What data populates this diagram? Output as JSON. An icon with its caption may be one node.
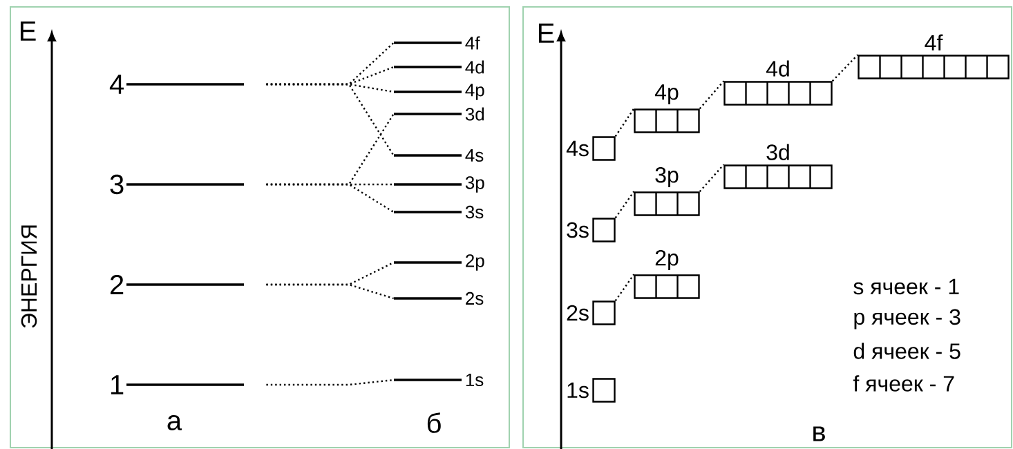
{
  "diagram": {
    "nodes": [
      {
        "text": [
          "4"
        ]
      },
      {
        "text": [
          "3"
        ]
      },
      {
        "text": [
          "2"
        ]
      },
      {
        "text": [
          "1"
        ]
      },
      {
        "text": [
          "4f"
        ]
      },
      {
        "text": [
          "4d"
        ]
      },
      {
        "text": [
          "4p"
        ]
      },
      {
        "text": [
          "3d"
        ]
      },
      {
        "text": [
          "4s"
        ]
      },
      {
        "text": [
          "3p"
        ]
      },
      {
        "text": [
          "3s"
        ]
      },
      {
        "text": [
          "2p"
        ]
      },
      {
        "text": [
          "2s"
        ]
      },
      {
        "text": [
          "1s"
        ]
      },
      {
        "text": [
          "4f"
        ]
      },
      {
        "text": [
          "4d"
        ]
      },
      {
        "text": [
          "4p"
        ]
      },
      {
        "text": [
          "3d"
        ]
      },
      {
        "text": [
          "4s"
        ]
      },
      {
        "text": [
          "3p"
        ]
      },
      {
        "text": [
          "3s"
        ]
      },
      {
        "text": [
          "2p"
        ]
      },
      {
        "text": [
          "2s"
        ]
      },
      {
        "text": [
          "1s"
        ]
      }
    ],
    "edges": [
      {
        "from": 0,
        "to": 4,
        "arrow": "none"
      },
      {
        "from": 0,
        "to": 5,
        "arrow": "none"
      },
      {
        "from": 0,
        "to": 6,
        "arrow": "none"
      },
      {
        "from": 0,
        "to": 8,
        "arrow": "none"
      },
      {
        "from": 1,
        "to": 7,
        "arrow": "none"
      },
      {
        "from": 1,
        "to": 9,
        "arrow": "none"
      },
      {
        "from": 1,
        "to": 10,
        "arrow": "none"
      },
      {
        "from": 2,
        "to": 11,
        "arrow": "none"
      },
      {
        "from": 2,
        "to": 12,
        "arrow": "none"
      },
      {
        "from": 3,
        "to": 13,
        "arrow": "none"
      },
      {
        "from": 22,
        "to": 21,
        "arrow": "none"
      },
      {
        "from": 20,
        "to": 19,
        "arrow": "none"
      },
      {
        "from": 19,
        "to": 17,
        "arrow": "none"
      },
      {
        "from": 18,
        "to": 16,
        "arrow": "none"
      },
      {
        "from": 16,
        "to": 15,
        "arrow": "none"
      },
      {
        "from": 15,
        "to": 14,
        "arrow": "none"
      }
    ],
    "labels": [
      "E",
      "ЭНЕРГИЯ",
      "а",
      "б",
      "E",
      "в",
      "s ячеек - 1",
      "p ячеек - 3",
      "d ячеек - 5",
      "f ячеек - 7"
    ]
  }
}
